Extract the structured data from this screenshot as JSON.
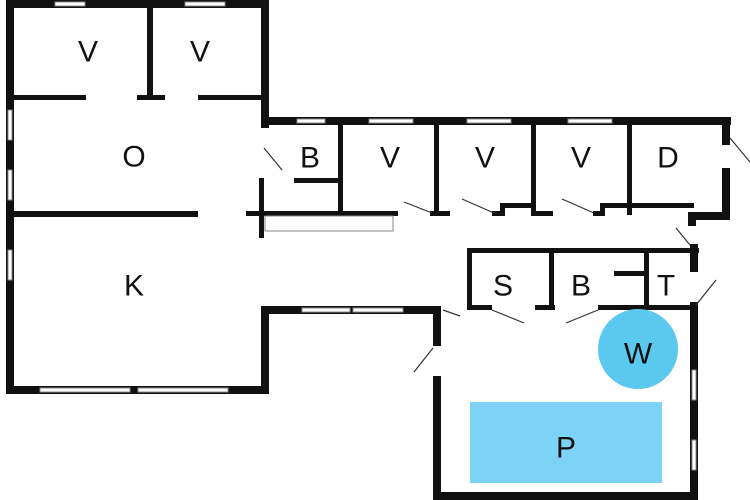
{
  "colors": {
    "wall": "#111111",
    "pool": "#7dd3f5",
    "whirlpool": "#5bc8f0"
  },
  "rooms": {
    "v1": "V",
    "v2": "V",
    "o": "O",
    "k": "K",
    "b1": "B",
    "v3": "V",
    "v4": "V",
    "v5": "V",
    "d": "D",
    "s": "S",
    "b2": "B",
    "t": "T",
    "w": "W",
    "p": "P"
  }
}
